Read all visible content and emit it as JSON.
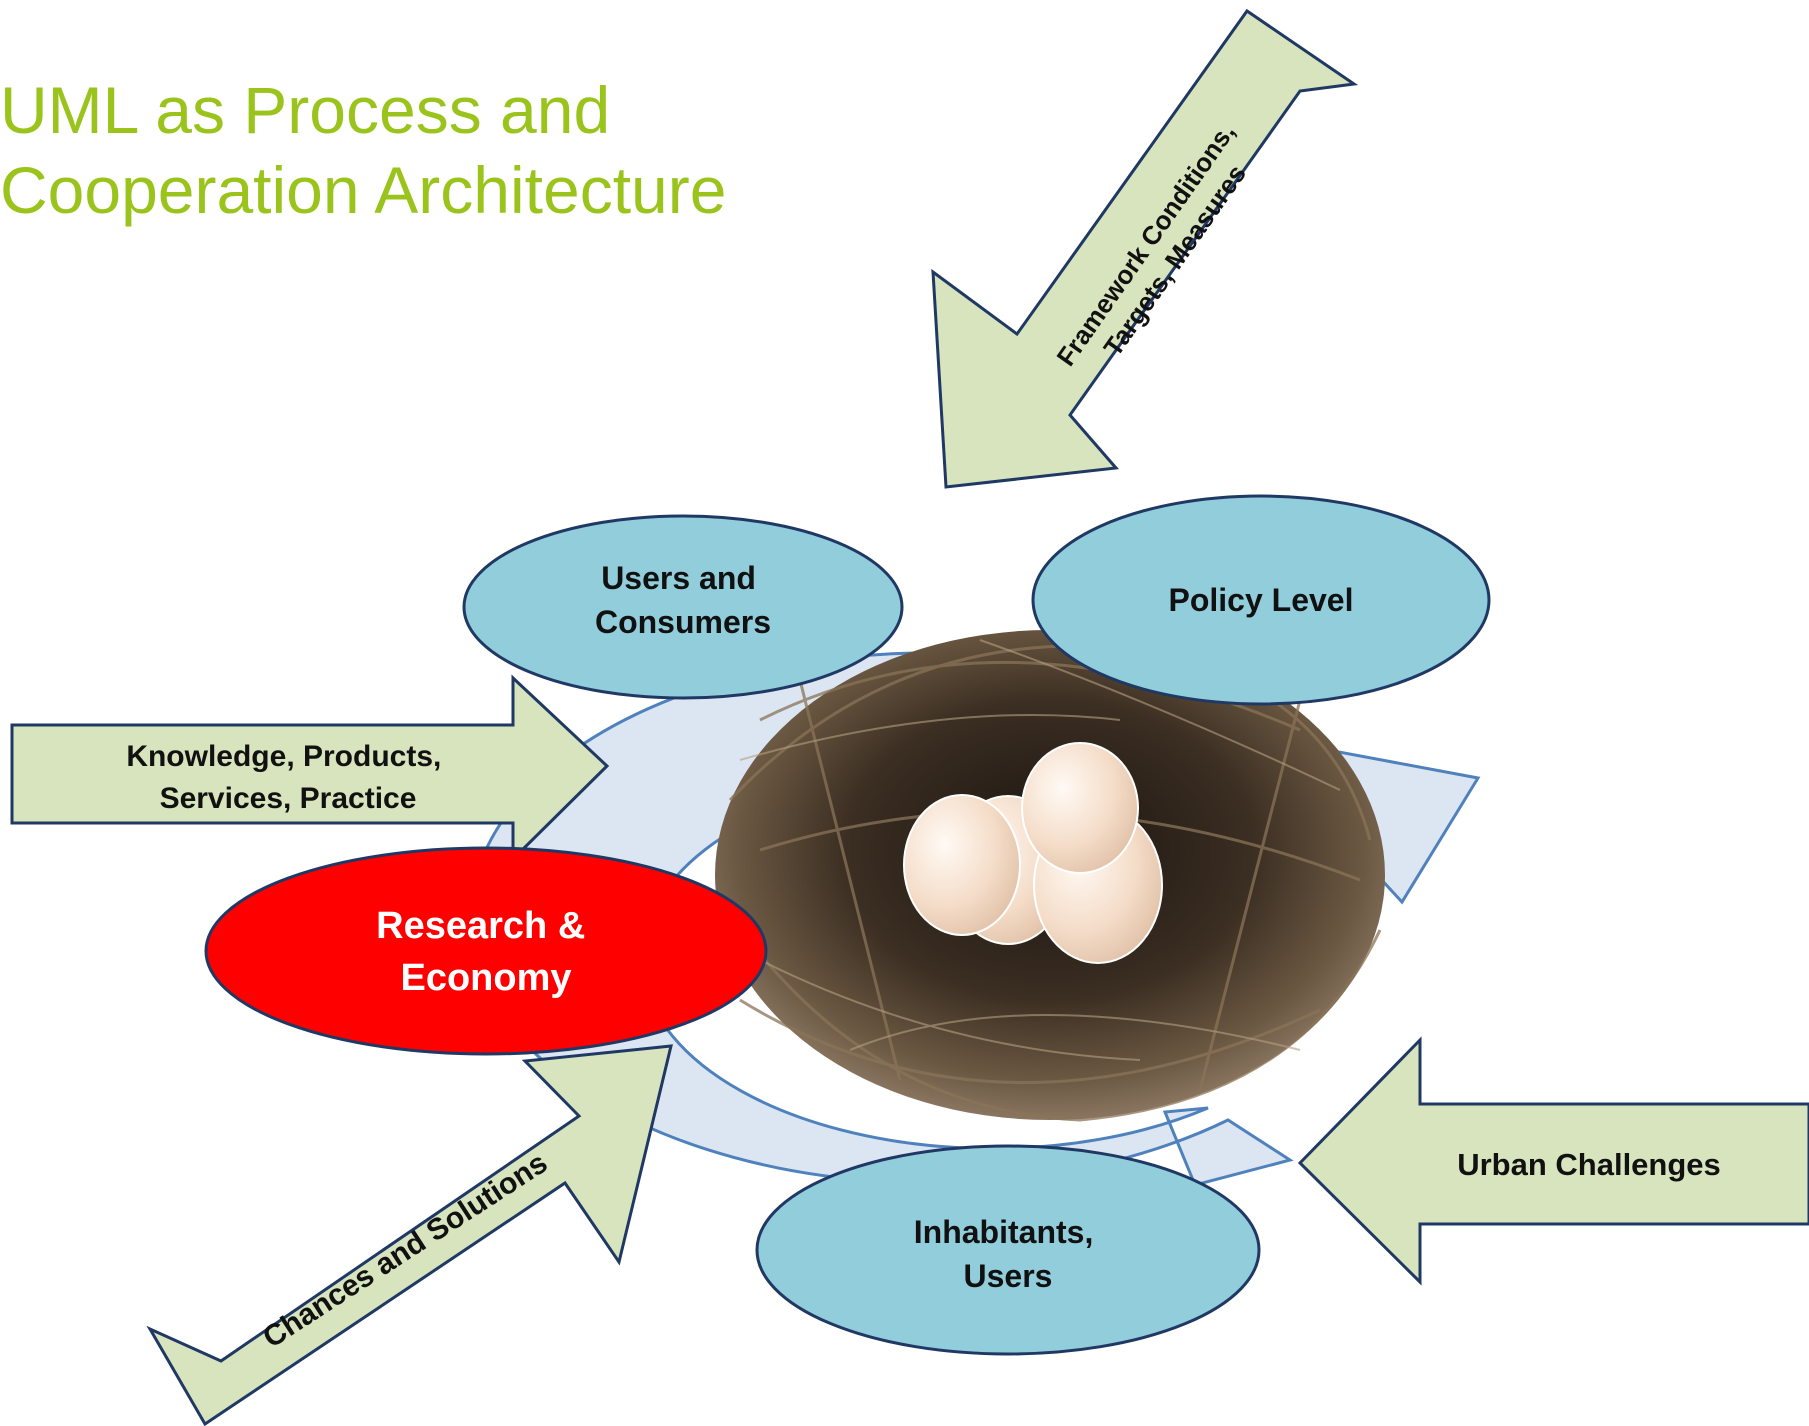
{
  "title": {
    "line1": "UML as Process and",
    "line2": "Cooperation Architecture",
    "color": "#9ac31c"
  },
  "nodes": {
    "users_consumers": {
      "line1": "Users and",
      "line2": "Consumers",
      "color": "#92cddc"
    },
    "policy_level": {
      "line1": "Policy Level",
      "color": "#92cddc"
    },
    "research_economy": {
      "line1": "Research &",
      "line2": "Economy",
      "color": "#ff0000"
    },
    "inhabitants_users": {
      "line1": "Inhabitants,",
      "line2": "Users",
      "color": "#92cddc"
    }
  },
  "arrows": {
    "framework": {
      "line1": "Framework Conditions,",
      "line2": "Targets, Measures"
    },
    "knowledge": {
      "line1": "Knowledge, Products,",
      "line2": "Services, Practice"
    },
    "chances": {
      "line1": "Chances and Solutions"
    },
    "urban": {
      "line1": "Urban Challenges"
    },
    "fill_color": "#d7e4bd",
    "stroke_color": "#1f3864"
  },
  "cycle": {
    "fill_color": "#dce6f2",
    "stroke_color": "#4f81bd"
  },
  "center_image": {
    "icon": "bird-nest-with-eggs-icon"
  }
}
